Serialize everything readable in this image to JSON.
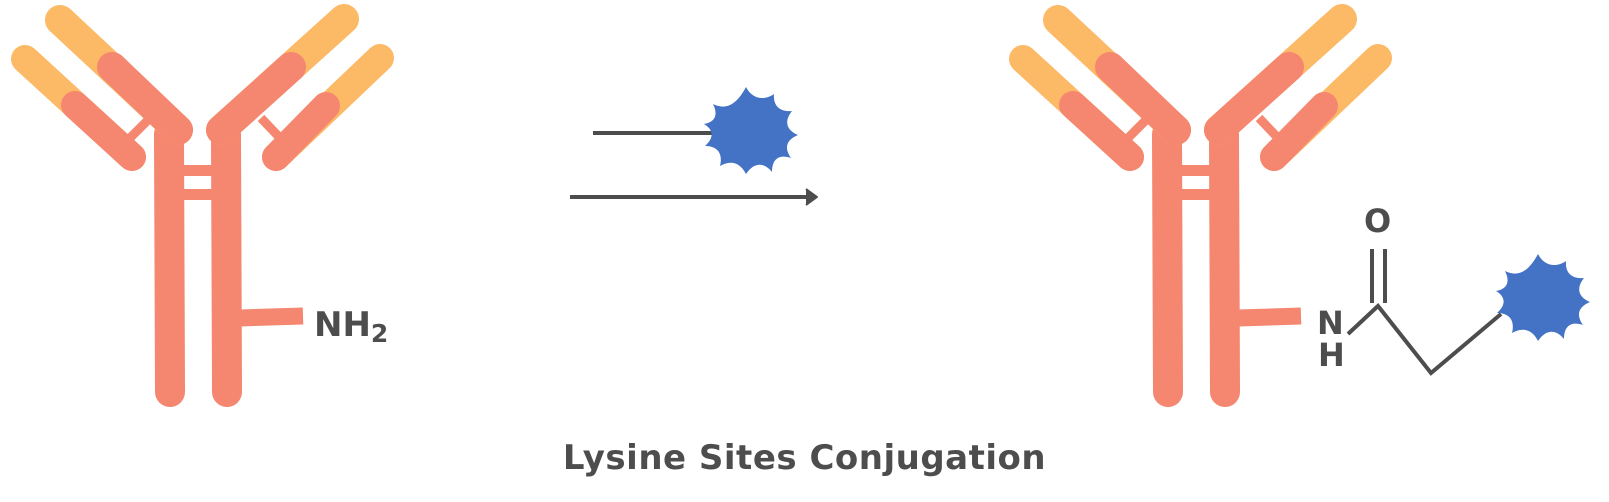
{
  "caption": "Lysine Sites Conjugation",
  "labels": {
    "amine_n": "NH",
    "amine_sub": "2",
    "amide_n": "N",
    "amide_h": "H",
    "carbonyl_o": "O"
  },
  "colors": {
    "heavy_chain": "#f58670",
    "heavy_dark": "#ef7560",
    "light_chain": "#fcb966",
    "payload": "#4472c4",
    "ink": "#4d4d4d"
  },
  "icons": {
    "left_antibody": "antibody-icon",
    "right_antibody": "antibody-icon",
    "reagent_payload": "payload-star-icon",
    "conjugated_payload": "payload-star-icon",
    "reaction_arrow": "arrow-right-icon"
  }
}
